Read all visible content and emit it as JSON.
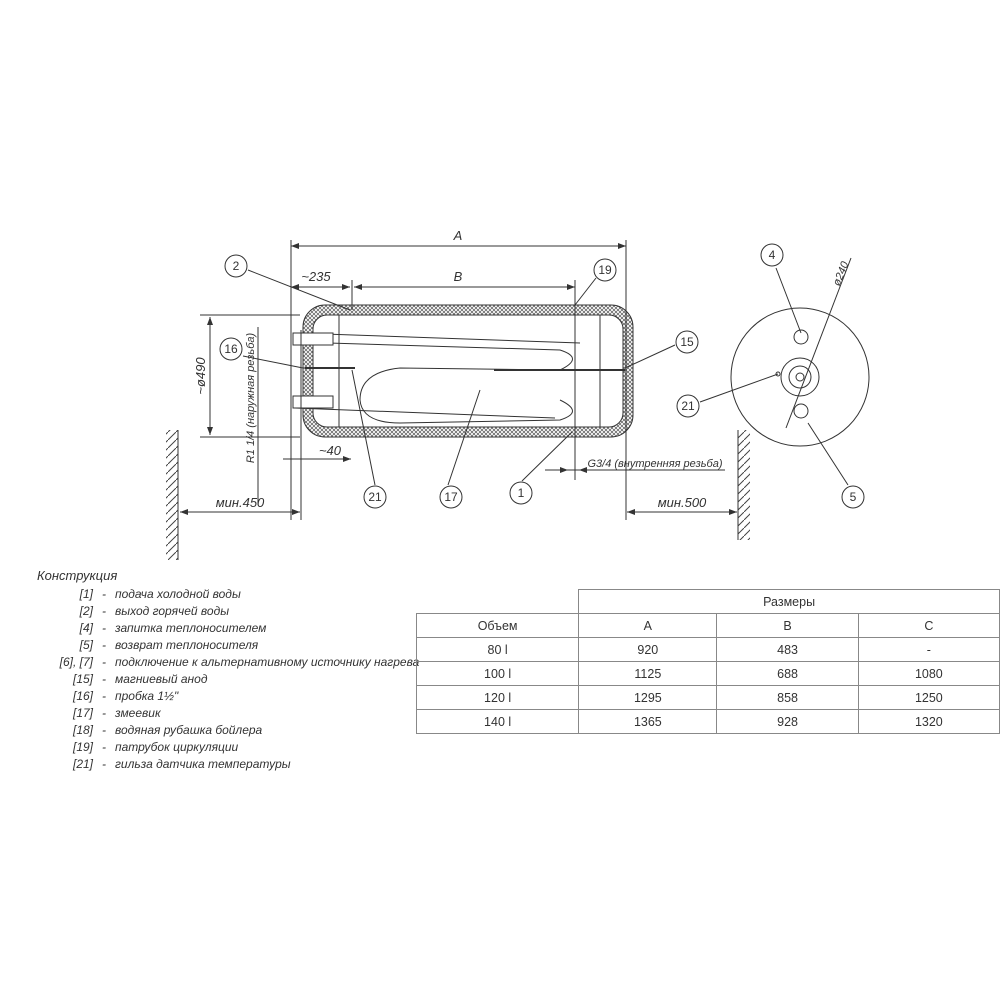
{
  "drawing": {
    "dim_A": "A",
    "dim_B": "B",
    "dim_235": "~235",
    "dim_490": "~ø490",
    "dim_40": "~40",
    "thread_left": "R1 1/4 (наружная резьба)",
    "thread_right": "G3/4 (внутренняя резьба)",
    "min_left": "мин.450",
    "min_right": "мин.500",
    "dim_240": "ø240",
    "balloons": {
      "b2": "2",
      "b19": "19",
      "b16": "16",
      "b15": "15",
      "b21a": "21",
      "b17": "17",
      "b1": "1",
      "b21b": "21",
      "b4": "4",
      "b5": "5"
    }
  },
  "legend": {
    "title": "Конструкция",
    "items": [
      {
        "key": "[1]",
        "text": "подача холодной воды"
      },
      {
        "key": "[2]",
        "text": "выход горячей воды"
      },
      {
        "key": "[4]",
        "text": "запитка теплоносителем"
      },
      {
        "key": "[5]",
        "text": "возврат теплоносителя"
      },
      {
        "key": "[6], [7]",
        "text": "подключение к альтернативному источнику нагрева"
      },
      {
        "key": "[15]",
        "text": "магниевый анод"
      },
      {
        "key": "[16]",
        "text": "пробка 1½\""
      },
      {
        "key": "[17]",
        "text": "змеевик"
      },
      {
        "key": "[18]",
        "text": "водяная рубашка бойлера"
      },
      {
        "key": "[19]",
        "text": "патрубок циркуляции"
      },
      {
        "key": "[21]",
        "text": "гильза датчика температуры"
      }
    ]
  },
  "table": {
    "group_header": "Размеры",
    "headers": [
      "Объем",
      "A",
      "B",
      "C"
    ],
    "rows": [
      [
        "80 l",
        "920",
        "483",
        "-"
      ],
      [
        "100 l",
        "1125",
        "688",
        "1080"
      ],
      [
        "120 l",
        "1295",
        "858",
        "1250"
      ],
      [
        "140 l",
        "1365",
        "928",
        "1320"
      ]
    ]
  }
}
